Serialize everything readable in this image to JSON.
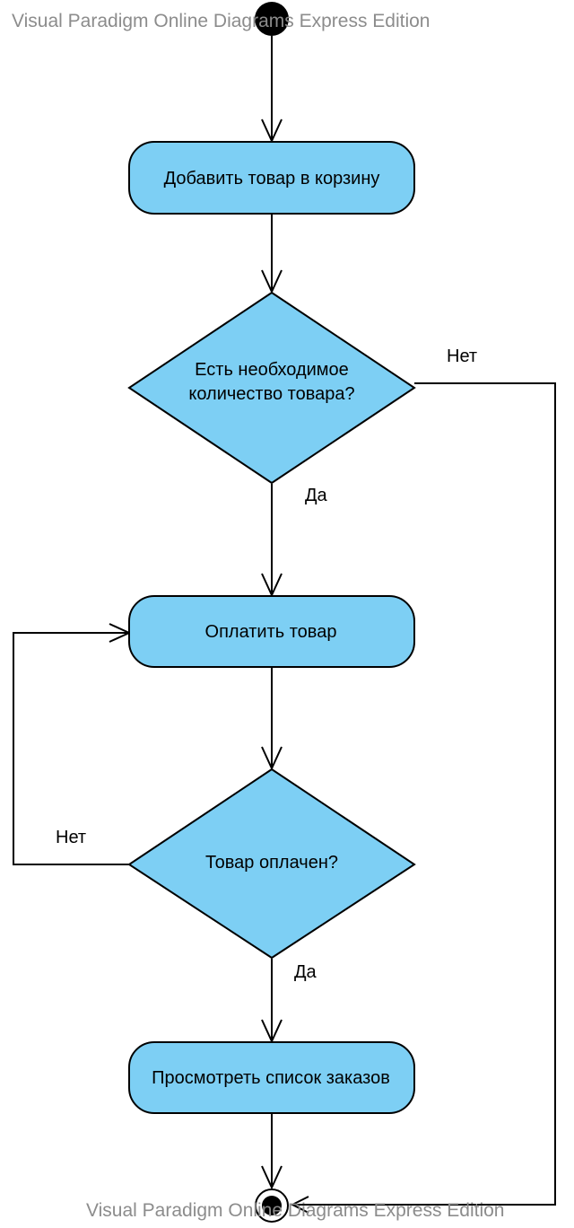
{
  "watermark": {
    "top": "Visual Paradigm Online Diagrams Express Edition",
    "bottom": "Visual Paradigm Online Diagrams Express Edition"
  },
  "colors": {
    "node_fill": "#7dcff4",
    "line": "#000000",
    "watermark": "#8c8c8c"
  },
  "nodes": {
    "start": {
      "kind": "initial-node"
    },
    "add_to_cart": {
      "kind": "action",
      "label": "Добавить товар в корзину"
    },
    "stock_check": {
      "kind": "decision",
      "label_line1": "Есть необходимое",
      "label_line2": "количество товара?"
    },
    "pay": {
      "kind": "action",
      "label": "Оплатить товар"
    },
    "paid_check": {
      "kind": "decision",
      "label": "Товар оплачен?"
    },
    "view_orders": {
      "kind": "action",
      "label": "Просмотреть список заказов"
    },
    "end": {
      "kind": "final-node"
    }
  },
  "edges": {
    "stock_yes": "Да",
    "stock_no": "Нет",
    "paid_yes": "Да",
    "paid_no": "Нет"
  }
}
